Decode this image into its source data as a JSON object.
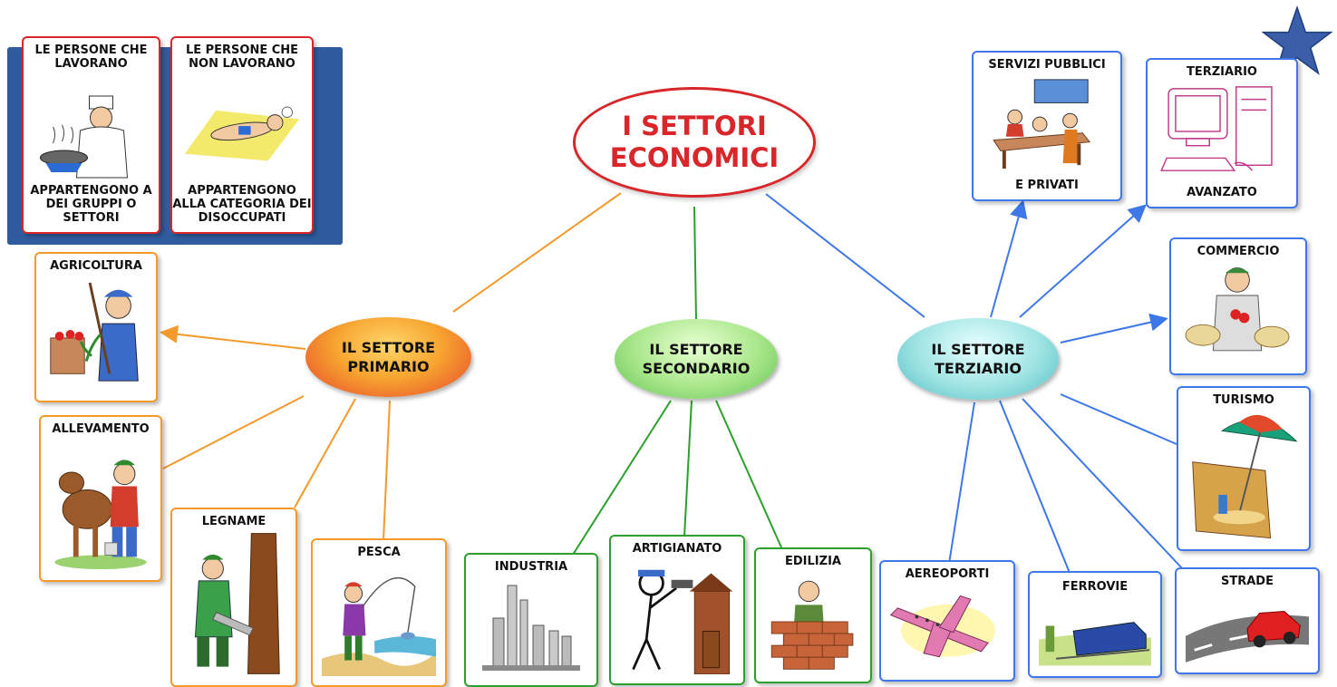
{
  "title": "I SETTORI ECONOMICI",
  "colors": {
    "title_red": "#d9262a",
    "primary_line": "#f39a2b",
    "secondary_line": "#2ca02c",
    "tertiary_line": "#3e78e8",
    "star": "#3b5ea8"
  },
  "people": {
    "workers": {
      "top": "LE PERSONE CHE LAVORANO",
      "bottom": "APPARTENGONO A DEI GRUPPI O SETTORI",
      "icon": "cook-icon"
    },
    "non_workers": {
      "top": "LE PERSONE CHE NON LAVORANO",
      "bottom": "APPARTENGONO ALLA CATEGORIA DEI DISOCCUPATI",
      "icon": "sunbather-icon"
    }
  },
  "sectors": {
    "primary": {
      "label": "IL SETTORE PRIMARIO",
      "items": [
        {
          "label": "AGRICOLTURA",
          "icon": "farmer-icon"
        },
        {
          "label": "ALLEVAMENTO",
          "icon": "cow-icon"
        },
        {
          "label": "LEGNAME",
          "icon": "lumberjack-icon"
        },
        {
          "label": "PESCA",
          "icon": "fishing-icon"
        }
      ]
    },
    "secondary": {
      "label": "IL SETTORE SECONDARIO",
      "items": [
        {
          "label": "INDUSTRIA",
          "icon": "factory-icon"
        },
        {
          "label": "ARTIGIANATO",
          "icon": "craftsman-icon"
        },
        {
          "label": "EDILIZIA",
          "icon": "bricklayer-icon"
        }
      ]
    },
    "tertiary": {
      "label": "IL SETTORE TERZIARIO",
      "items": [
        {
          "label": "SERVIZI PUBBLICI",
          "label2": "E PRIVATI",
          "icon": "classroom-icon"
        },
        {
          "label": "TERZIARIO",
          "label2": "AVANZATO",
          "icon": "computer-icon"
        },
        {
          "label": "COMMERCIO",
          "icon": "vendor-icon"
        },
        {
          "label": "TURISMO",
          "icon": "umbrella-suitcase-icon"
        },
        {
          "label": "STRADE",
          "icon": "car-road-icon"
        },
        {
          "label": "FERROVIE",
          "icon": "train-icon"
        },
        {
          "label": "AEREOPORTI",
          "icon": "airplane-icon"
        }
      ]
    }
  }
}
